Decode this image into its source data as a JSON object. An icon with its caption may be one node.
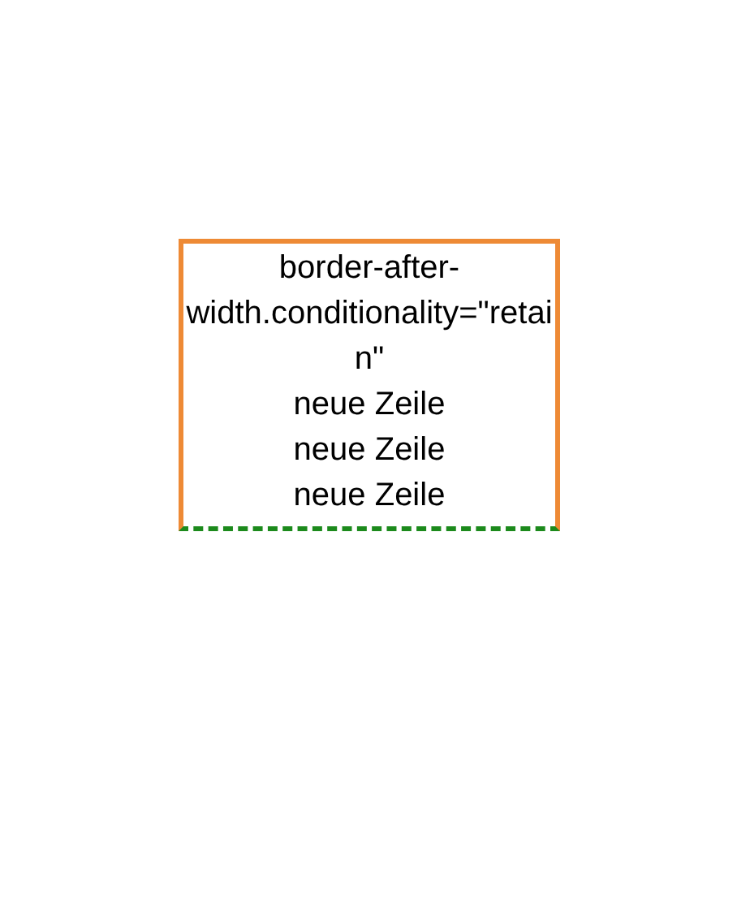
{
  "diagram": {
    "nodes": [
      {
        "text": [
          "border-after-width.conditionality=\"retain\"",
          "neue Zeile",
          "neue Zeile",
          "neue Zeile"
        ]
      }
    ]
  }
}
